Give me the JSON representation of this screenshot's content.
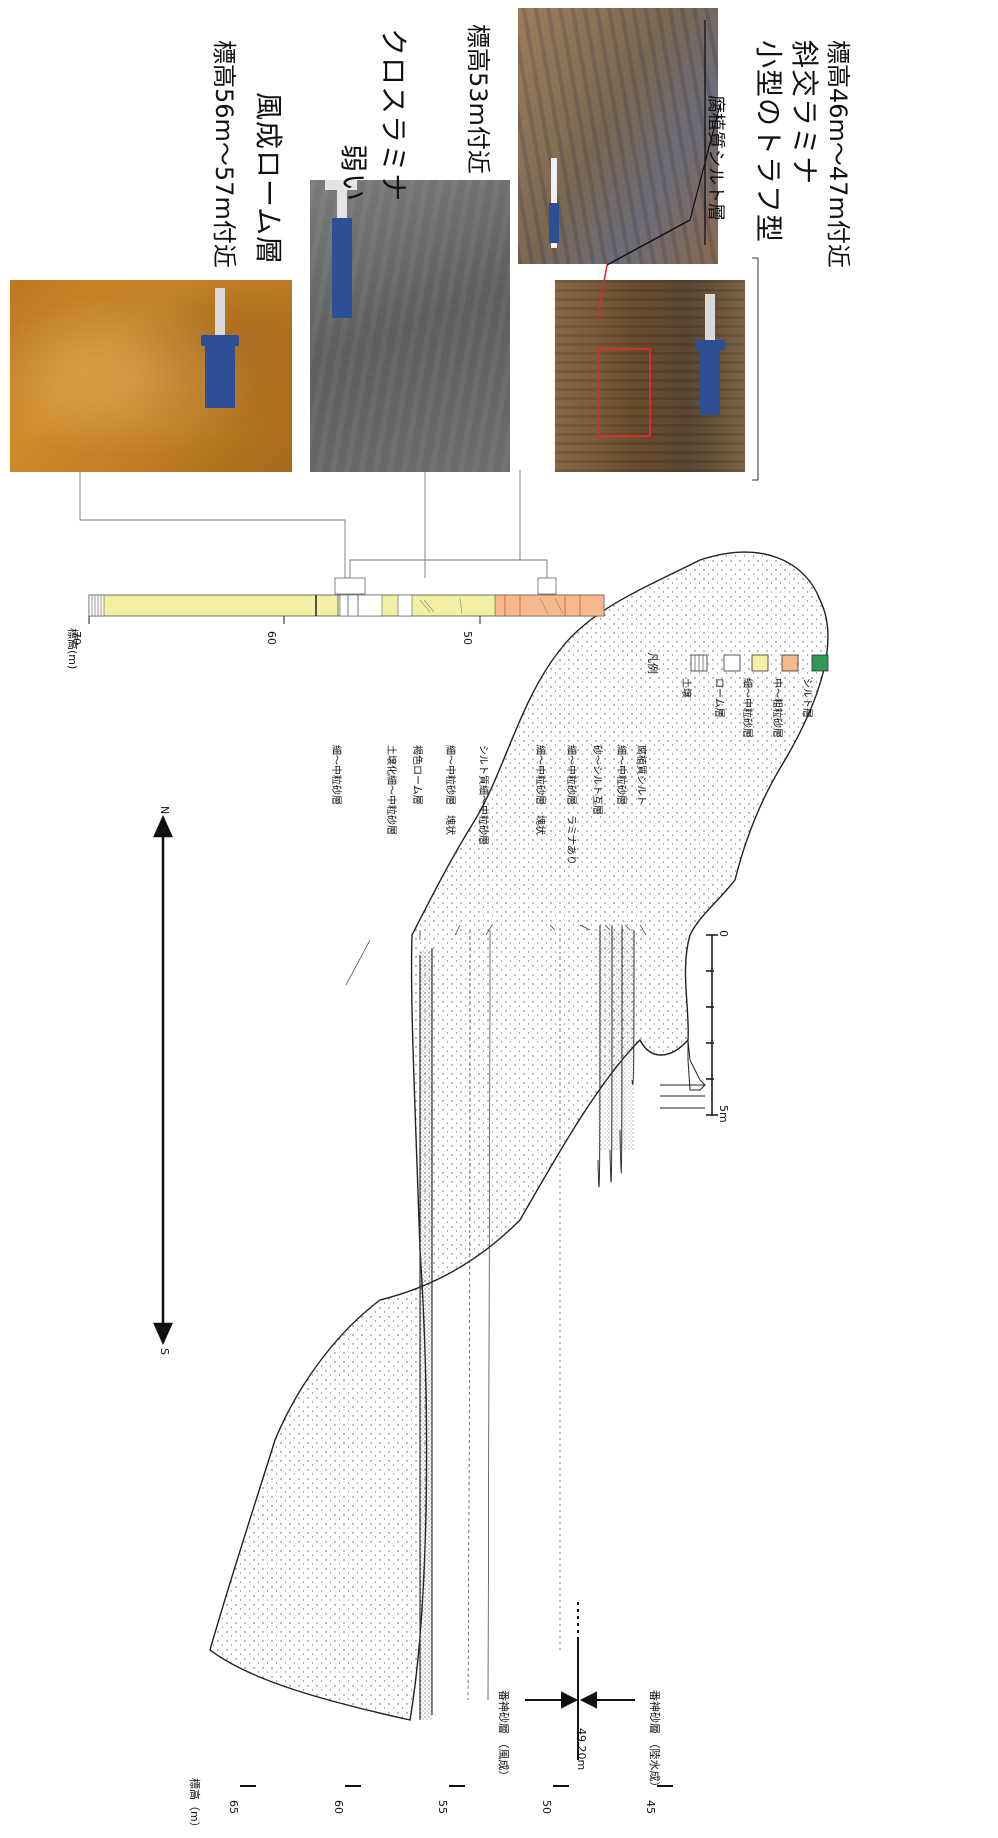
{
  "section": {
    "axis_title": "標高（m）",
    "ticks": [
      "65",
      "60",
      "55",
      "50",
      "45"
    ],
    "compass_n": "N",
    "compass_s": "S",
    "scale_zero": "0",
    "scale_max": "5m",
    "boundary_label": "49.20m",
    "upper_formation": "番神砂層 （風成）",
    "lower_formation": "番神砂層 （陸水成）",
    "layer_labels": [
      "細～中粒砂層",
      "土壌化細～中粒砂層",
      "褐色ローム層",
      "細～中粒砂層　塊状",
      "シルト質細～中粒砂層",
      "細～中粒砂層　塊状",
      "細～中粒砂層　ラミナあり",
      "砂～シルト互層",
      "細～中粒砂層",
      "腐植質シルト"
    ]
  },
  "column": {
    "axis_title": "標高(m)",
    "ticks": [
      "70",
      "60",
      "50"
    ],
    "legend_title": "凡例",
    "legend": [
      {
        "label": "土壌",
        "color": "#ffffff"
      },
      {
        "label": "ローム層",
        "color": "#ffffff"
      },
      {
        "label": "細～中粒砂層",
        "color": "#f3f0a5"
      },
      {
        "label": "中～粗粒砂層",
        "color": "#f5b98c"
      },
      {
        "label": "シルト層",
        "color": "#2e9a55"
      }
    ]
  },
  "photos": {
    "p1_title": "風成ローム層",
    "p1_elev": "標高56m～57m付近",
    "p2_title_1": "弱い",
    "p2_title_2": "クロスラミナ",
    "p2_elev": "標高53m付近",
    "p3_title_1": "小型のトラフ型",
    "p3_title_2": "斜交ラミナ",
    "p3_elev": "標高46m～47m付近",
    "p3_inset_label": "腐植質シルト層"
  }
}
